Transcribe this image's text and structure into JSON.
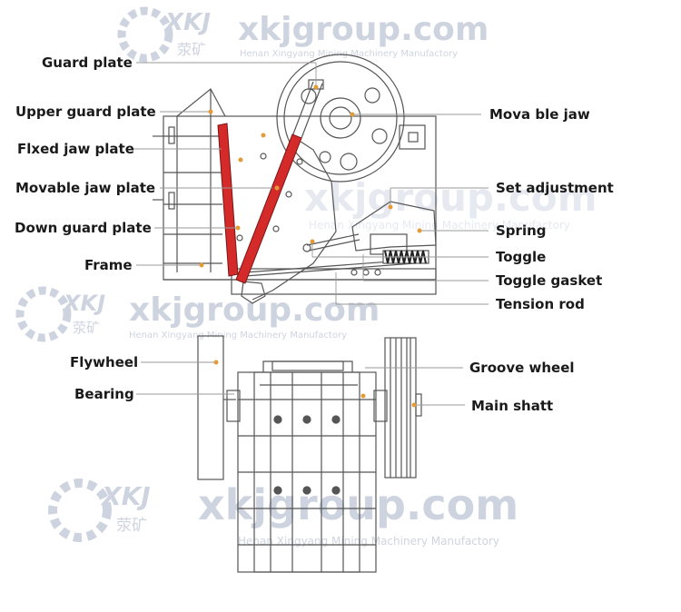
{
  "watermark": {
    "brand": "XKJ",
    "chinese_name": "荥矿",
    "site": "xkjgroup.com",
    "company": "Henan Xingyang Mining Machinery Manufactory",
    "color": "#c9d0dc"
  },
  "colors": {
    "jaw_plate": "#d42a2a",
    "line": "#555555",
    "leader": "#9a9a9a",
    "dot": "#e39b3a"
  },
  "labels": {
    "guard_plate": "Guard plate",
    "upper_guard_plate": "Upper guard plate",
    "fixed_jaw_plate": "Flxed jaw plate",
    "movable_jaw_plate": "Movable jaw plate",
    "down_guard_plate": "Down guard plate",
    "frame": "Frame",
    "movable_jaw": "Mova ble jaw",
    "set_adjustment": "Set adjustment",
    "spring": "Spring",
    "toggle": "Toggle",
    "toggle_gasket": "Toggle gasket",
    "tension_rod": "Tension rod",
    "flywheel": "Flywheel",
    "bearing": "Bearing",
    "groove_wheel": "Groove wheel",
    "main_shaft": "Main shatt"
  }
}
